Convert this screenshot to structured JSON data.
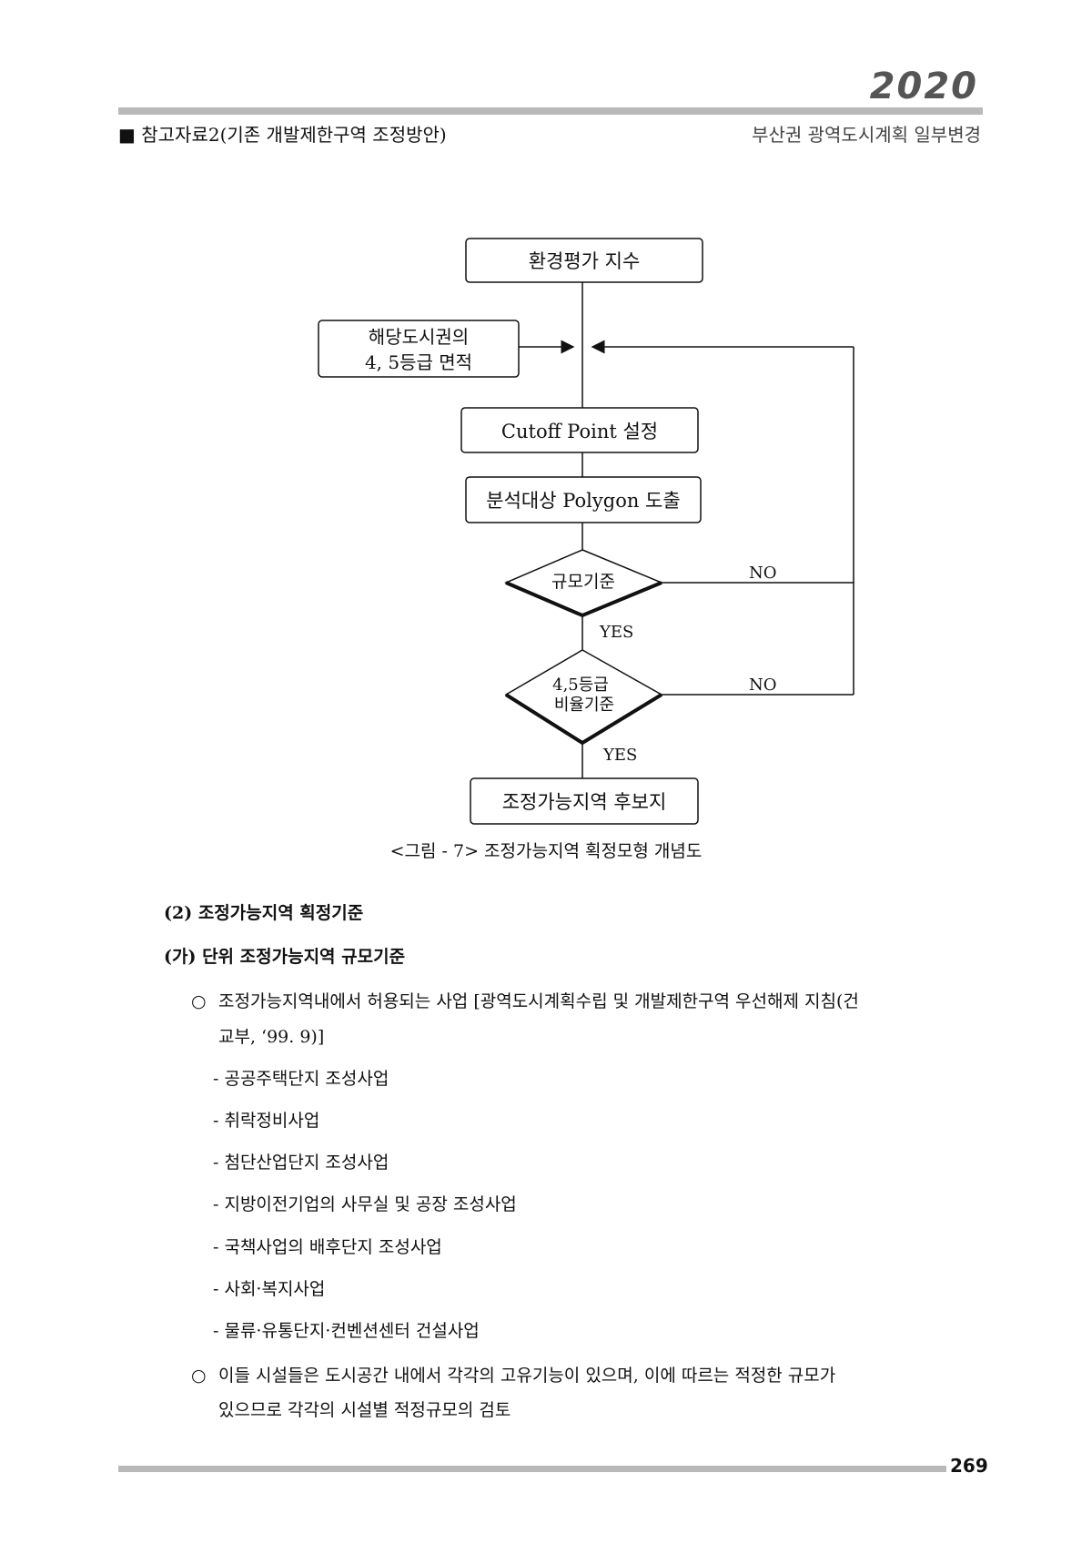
{
  "header": {
    "year": "2020",
    "left": "■ 참고자료2(기존 개발제한구역 조정방안)",
    "right": "부산권 광역도시계획 일부변경"
  },
  "flowchart": {
    "box_env": "환경평가 지수",
    "box_area_line1": "해당도시권의",
    "box_area_line2": "4, 5등급 면적",
    "box_cutoff": "Cutoff Point 설정",
    "box_polygon": "분석대상 Polygon 도출",
    "diamond_scale": "규모기준",
    "diamond_ratio_line1": "4,5등급",
    "diamond_ratio_line2": "비율기준",
    "label_no_1": "NO",
    "label_no_2": "NO",
    "label_yes_1": "YES",
    "label_yes_2": "YES",
    "box_candidate": "조정가능지역 후보지"
  },
  "caption": "<그림 - 7> 조정가능지역 획정모형 개념도",
  "body": {
    "section_2": "(2) 조정가능지역 획정기준",
    "subsection_ga": "(가) 단위 조정가능지역 규모기준",
    "bullet_1_mark": "○",
    "bullet_1_line1": "조정가능지역내에서 허용되는 사업 [광역도시계획수립 및 개발제한구역 우선해제 지침(건",
    "bullet_1_line2": "교부, ‘99. 9)]",
    "items": [
      "- 공공주택단지 조성사업",
      "- 취락정비사업",
      "- 첨단산업단지 조성사업",
      "- 지방이전기업의 사무실 및 공장 조성사업",
      "- 국책사업의 배후단지 조성사업",
      "- 사회·복지사업",
      "- 물류·유통단지·컨벤션센터 건설사업"
    ],
    "bullet_2_mark": "○",
    "bullet_2_line1": "이들 시설들은 도시공간 내에서 각각의 고유기능이 있으며, 이에 따르는 적정한 규모가",
    "bullet_2_line2": "있으므로 각각의 시설별 적정규모의 검토"
  },
  "footer": {
    "page_number": "269"
  }
}
